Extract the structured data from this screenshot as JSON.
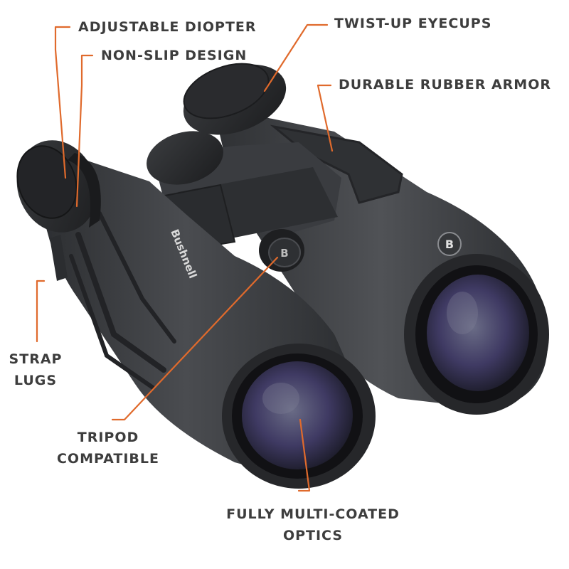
{
  "colors": {
    "leader": "#e06a2c",
    "label": "#3d3d3d",
    "body": "#3a3c3f",
    "lens": "#4a4270"
  },
  "product": {
    "brand": "Bushnell",
    "logo_letter": "B"
  },
  "callouts": {
    "adjustable_diopter": "ADJUSTABLE DIOPTER",
    "non_slip_design": "NON-SLIP DESIGN",
    "twist_up_eyecups": "TWIST-UP EYECUPS",
    "durable_rubber_armor": "DURABLE RUBBER ARMOR",
    "strap_lugs": [
      "STRAP",
      "LUGS"
    ],
    "tripod_compatible": [
      "TRIPOD",
      "COMPATIBLE"
    ],
    "fully_multi_coated_optics": [
      "FULLY MULTI-COATED",
      "OPTICS"
    ]
  }
}
